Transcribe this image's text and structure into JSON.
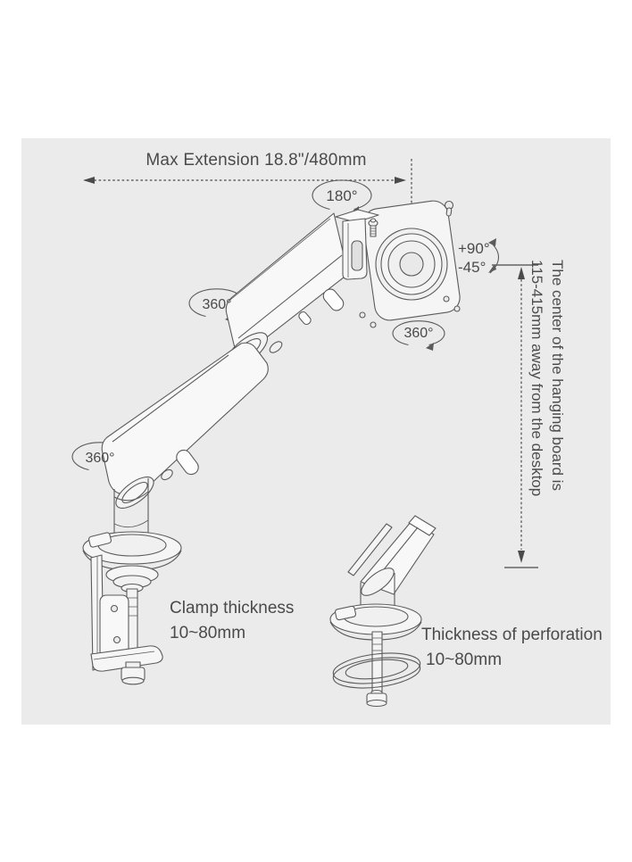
{
  "colors": {
    "panel_background": "#ebebeb",
    "line_color": "#5b5b5b",
    "text_color": "#4a4a4a"
  },
  "annotations": {
    "max_extension": "Max Extension 18.8\"/480mm",
    "swivel_180": "180°",
    "tilt_up": "+90°",
    "tilt_down": "-45°",
    "rotate_plate_360": "360°",
    "rotate_arm_360": "360°",
    "rotate_base_360": "360°",
    "height_note_line1": "The center of the hanging board is",
    "height_note_line2": "115-415mm away from the desktop",
    "clamp": {
      "label": "Clamp thickness",
      "value": "10~80mm"
    },
    "perforation": {
      "label": "Thickness of perforation",
      "value": "10~80mm"
    }
  }
}
